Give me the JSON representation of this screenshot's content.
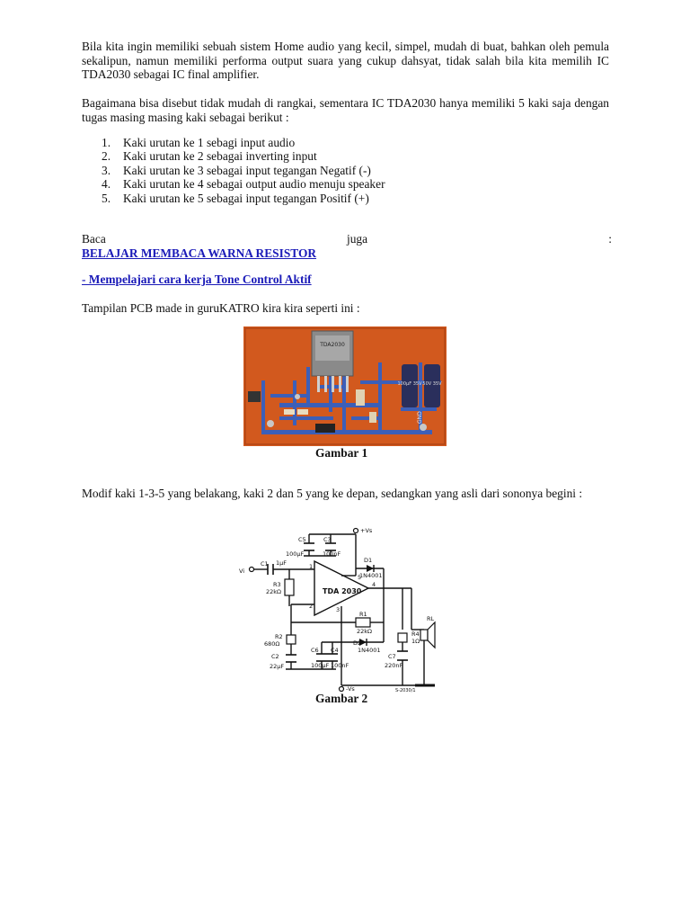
{
  "paragraphs": {
    "intro": "Bila kita ingin memiliki sebuah sistem Home audio yang kecil, simpel, mudah di buat, bahkan oleh pemula sekalipun, namun memiliki performa output suara yang cukup dahsyat, tidak salah bila kita memilih IC TDA2030 sebagai IC final amplifier.",
    "question": "Bagaimana bisa disebut tidak mudah di rangkai, sementara IC TDA2030 hanya memiliki 5 kaki saja dengan tugas masing masing kaki sebagai berikut :",
    "pcb_intro": "Tampilan PCB made in guruKATRO kira kira seperti ini :",
    "modif": "Modif kaki 1-3-5 yang belakang, kaki 2 dan 5 yang ke depan, sedangkan yang asli dari sononya begini :"
  },
  "list": [
    {
      "num": "1.",
      "text": "Kaki urutan ke 1 sebagi input audio"
    },
    {
      "num": "2.",
      "text": "Kaki urutan ke 2 sebagai inverting input"
    },
    {
      "num": "3.",
      "text": "Kaki urutan ke 3 sebagai input tegangan Negatif (-)"
    },
    {
      "num": "4.",
      "text": "Kaki urutan ke 4 sebagai output audio menuju speaker"
    },
    {
      "num": "5.",
      "text": "Kaki urutan ke 5 sebagai input tegangan Positif (+)"
    }
  ],
  "baca": {
    "word1": "Baca",
    "word2": "juga",
    "colon": ":"
  },
  "links": {
    "resistor": "BELAJAR MEMBACA WARNA RESISTOR",
    "tone": "- Mempelajari cara kerja Tone Control Aktif"
  },
  "captions": {
    "fig1": "Gambar 1",
    "fig2": "Gambar 2"
  },
  "pcb": {
    "ic_label": "TDA2030",
    "cap_left": "100µF 35V",
    "cap_right": "50V 35V",
    "gnd": "GND",
    "colors": {
      "board": "#d2591e",
      "trace": "#3c5fb8",
      "ic": "#8a8a8a"
    }
  },
  "schematic": {
    "ic": "TDA 2030",
    "vs_pos": "+Vs",
    "vs_neg": "-Vs",
    "vi": "Vi",
    "rl": "RL",
    "c5": "C5",
    "c5v": "100µF",
    "c3": "C3",
    "c3v": "100nF",
    "c1": "C1",
    "c1v": "1µF",
    "r3": "R3",
    "r3v": "22kΩ",
    "d1": "D1",
    "d1v": "1N4001",
    "r1": "R1",
    "r1v": "22kΩ",
    "d2": "D2",
    "d2v": "1N4001",
    "r2": "R2",
    "r2v": "680Ω",
    "c2": "C2",
    "c2v": "22µF",
    "c6": "C6",
    "c6v": "100µF",
    "c4": "C4",
    "c4v": "100nF",
    "r4": "R4",
    "r4v": "1Ω",
    "c7": "C7",
    "c7v": "220nF",
    "ref": "S-2030/1",
    "pin1": "1",
    "pin2": "2",
    "pin3": "3",
    "pin4": "4",
    "pin5": "5"
  }
}
